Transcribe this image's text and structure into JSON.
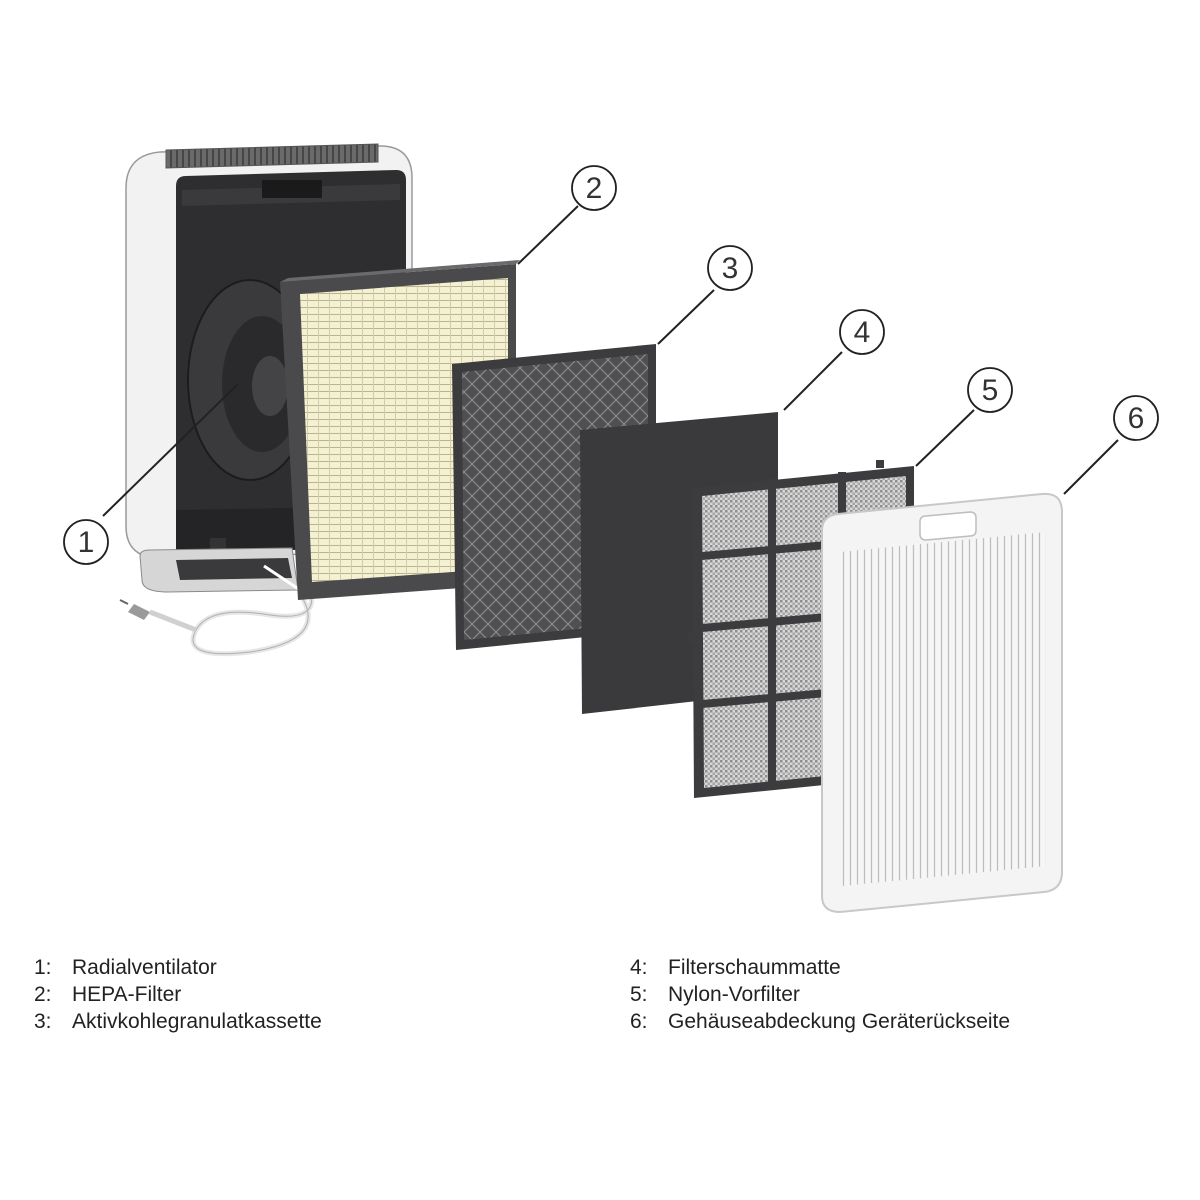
{
  "callouts": [
    "1",
    "2",
    "3",
    "4",
    "5",
    "6"
  ],
  "legend": [
    {
      "num": "1:",
      "label": "Radialventilator"
    },
    {
      "num": "2:",
      "label": "HEPA-Filter"
    },
    {
      "num": "3:",
      "label": "Aktivkohlegranulatkassette"
    },
    {
      "num": "4:",
      "label": "Filterschaummatte"
    },
    {
      "num": "5:",
      "label": "Nylon-Vorfilter"
    },
    {
      "num": "6:",
      "label": "Gehäuseabdeckung Geräterückseite"
    }
  ],
  "colors": {
    "housing": "#f2f2f2",
    "housing_inner": "#2e2e30",
    "hepa_frame": "#4a4a4c",
    "hepa_media": "#f4f0d2",
    "carbon": "#505052",
    "foam": "#3a3a3c",
    "prefilter_frame": "#3c3c3e",
    "prefilter_mesh": "#bdbdbd",
    "cover": "#f4f4f4",
    "line": "#222222"
  }
}
